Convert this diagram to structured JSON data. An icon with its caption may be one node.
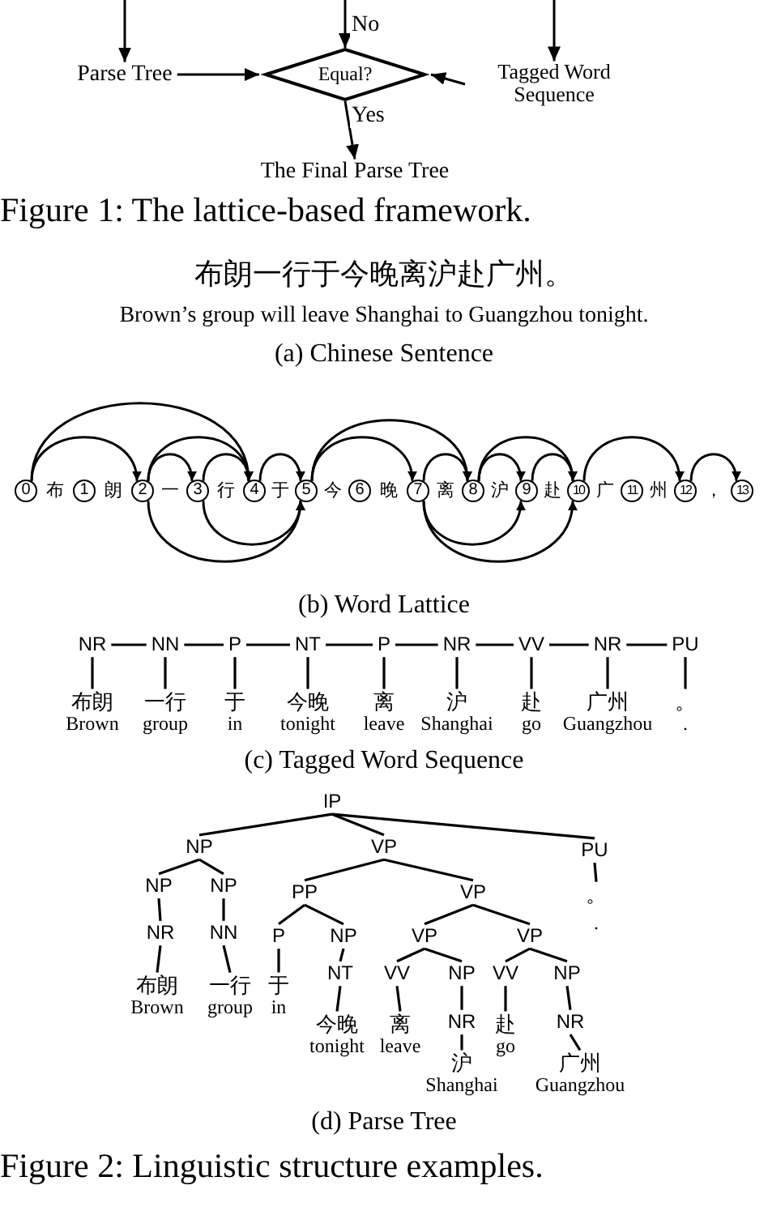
{
  "diagram": {
    "nodes": [
      {
        "text": [
          "Parse Tree"
        ]
      },
      {
        "text": [
          "Equal?"
        ]
      },
      {
        "text": [
          "Tagged Word Sequence"
        ]
      },
      {
        "text": [
          "The Final Parse Tree"
        ]
      },
      {
        "text": [
          "0"
        ]
      },
      {
        "text": [
          "1"
        ]
      },
      {
        "text": [
          "2"
        ]
      },
      {
        "text": [
          "3"
        ]
      },
      {
        "text": [
          "4"
        ]
      },
      {
        "text": [
          "5"
        ]
      },
      {
        "text": [
          "6"
        ]
      },
      {
        "text": [
          "7"
        ]
      },
      {
        "text": [
          "8"
        ]
      },
      {
        "text": [
          "9"
        ]
      },
      {
        "text": [
          "10"
        ]
      },
      {
        "text": [
          "11"
        ]
      },
      {
        "text": [
          "12"
        ]
      },
      {
        "text": [
          "13"
        ]
      },
      {
        "text": [
          "NR"
        ]
      },
      {
        "text": [
          "NN"
        ]
      },
      {
        "text": [
          "P"
        ]
      },
      {
        "text": [
          "NT"
        ]
      },
      {
        "text": [
          "P"
        ]
      },
      {
        "text": [
          "NR"
        ]
      },
      {
        "text": [
          "VV"
        ]
      },
      {
        "text": [
          "NR"
        ]
      },
      {
        "text": [
          "PU"
        ]
      },
      {
        "text": [
          "布朗",
          "Brown"
        ]
      },
      {
        "text": [
          "一行",
          "group"
        ]
      },
      {
        "text": [
          "于",
          "in"
        ]
      },
      {
        "text": [
          "今晚",
          "tonight"
        ]
      },
      {
        "text": [
          "离",
          "leave"
        ]
      },
      {
        "text": [
          "沪",
          "Shanghai"
        ]
      },
      {
        "text": [
          "赴",
          "go"
        ]
      },
      {
        "text": [
          "广州",
          "Guangzhou"
        ]
      },
      {
        "text": [
          "。",
          "."
        ]
      },
      {
        "text": [
          "IP"
        ]
      },
      {
        "text": [
          "NP"
        ]
      },
      {
        "text": [
          "VP"
        ]
      },
      {
        "text": [
          "PU"
        ]
      },
      {
        "text": [
          "NP"
        ]
      },
      {
        "text": [
          "NP"
        ]
      },
      {
        "text": [
          "PP"
        ]
      },
      {
        "text": [
          "VP"
        ]
      },
      {
        "text": [
          "NR"
        ]
      },
      {
        "text": [
          "NN"
        ]
      },
      {
        "text": [
          "P"
        ]
      },
      {
        "text": [
          "NP"
        ]
      },
      {
        "text": [
          "VP"
        ]
      },
      {
        "text": [
          "VP"
        ]
      },
      {
        "text": [
          "VV"
        ]
      },
      {
        "text": [
          "NP"
        ]
      },
      {
        "text": [
          "VV"
        ]
      },
      {
        "text": [
          "NP"
        ]
      },
      {
        "text": [
          "NT"
        ]
      },
      {
        "text": [
          "NR"
        ]
      },
      {
        "text": [
          "NR"
        ]
      },
      {
        "text": [
          "。",
          "."
        ]
      },
      {
        "text": [
          "布朗",
          "Brown"
        ]
      },
      {
        "text": [
          "一行",
          "group"
        ]
      },
      {
        "text": [
          "于",
          "in"
        ]
      },
      {
        "text": [
          "今晚",
          "tonight"
        ]
      },
      {
        "text": [
          "离",
          "leave"
        ]
      },
      {
        "text": [
          "沪",
          "Shanghai"
        ]
      },
      {
        "text": [
          "赴",
          "go"
        ]
      },
      {
        "text": [
          "广州",
          "Guangzhou"
        ]
      }
    ],
    "edges": [
      {
        "from": null,
        "to": 0,
        "arrow": "to"
      },
      {
        "from": null,
        "to": 1,
        "arrow": "to",
        "label": "No"
      },
      {
        "from": null,
        "to": 2,
        "arrow": "to"
      },
      {
        "from": 0,
        "to": 1,
        "arrow": "to"
      },
      {
        "from": 2,
        "to": 1,
        "arrow": "to"
      },
      {
        "from": 1,
        "to": 3,
        "arrow": "to",
        "label": "Yes"
      },
      {
        "from": 4,
        "to": 6,
        "arrow": "to"
      },
      {
        "from": 4,
        "to": 8,
        "arrow": "to"
      },
      {
        "from": 6,
        "to": 7,
        "arrow": "to"
      },
      {
        "from": 6,
        "to": 8,
        "arrow": "to"
      },
      {
        "from": 7,
        "to": 8,
        "arrow": "to"
      },
      {
        "from": 8,
        "to": 9,
        "arrow": "to"
      },
      {
        "from": 9,
        "to": 11,
        "arrow": "to"
      },
      {
        "from": 9,
        "to": 12,
        "arrow": "to"
      },
      {
        "from": 11,
        "to": 12,
        "arrow": "to"
      },
      {
        "from": 12,
        "to": 13,
        "arrow": "to"
      },
      {
        "from": 12,
        "to": 14,
        "arrow": "to"
      },
      {
        "from": 13,
        "to": 14,
        "arrow": "to"
      },
      {
        "from": 14,
        "to": 16,
        "arrow": "to"
      },
      {
        "from": 16,
        "to": 17,
        "arrow": "to"
      },
      {
        "from": 6,
        "to": 9,
        "arrow": "to"
      },
      {
        "from": 7,
        "to": 9,
        "arrow": "to"
      },
      {
        "from": 11,
        "to": 13,
        "arrow": "to"
      },
      {
        "from": 11,
        "to": 14,
        "arrow": "to"
      },
      {
        "from": 18,
        "to": 19,
        "arrow": "none"
      },
      {
        "from": 19,
        "to": 20,
        "arrow": "none"
      },
      {
        "from": 20,
        "to": 21,
        "arrow": "none"
      },
      {
        "from": 21,
        "to": 22,
        "arrow": "none"
      },
      {
        "from": 22,
        "to": 23,
        "arrow": "none"
      },
      {
        "from": 23,
        "to": 24,
        "arrow": "none"
      },
      {
        "from": 24,
        "to": 25,
        "arrow": "none"
      },
      {
        "from": 25,
        "to": 26,
        "arrow": "none"
      },
      {
        "from": 18,
        "to": 27,
        "arrow": "none"
      },
      {
        "from": 19,
        "to": 28,
        "arrow": "none"
      },
      {
        "from": 20,
        "to": 29,
        "arrow": "none"
      },
      {
        "from": 21,
        "to": 30,
        "arrow": "none"
      },
      {
        "from": 22,
        "to": 31,
        "arrow": "none"
      },
      {
        "from": 23,
        "to": 32,
        "arrow": "none"
      },
      {
        "from": 24,
        "to": 33,
        "arrow": "none"
      },
      {
        "from": 25,
        "to": 34,
        "arrow": "none"
      },
      {
        "from": 26,
        "to": 35,
        "arrow": "none"
      },
      {
        "from": 36,
        "to": 37,
        "arrow": "none"
      },
      {
        "from": 36,
        "to": 38,
        "arrow": "none"
      },
      {
        "from": 36,
        "to": 39,
        "arrow": "none"
      },
      {
        "from": 37,
        "to": 40,
        "arrow": "none"
      },
      {
        "from": 37,
        "to": 41,
        "arrow": "none"
      },
      {
        "from": 38,
        "to": 42,
        "arrow": "none"
      },
      {
        "from": 38,
        "to": 43,
        "arrow": "none"
      },
      {
        "from": 39,
        "to": 57,
        "arrow": "none"
      },
      {
        "from": 40,
        "to": 44,
        "arrow": "none"
      },
      {
        "from": 41,
        "to": 45,
        "arrow": "none"
      },
      {
        "from": 42,
        "to": 46,
        "arrow": "none"
      },
      {
        "from": 42,
        "to": 47,
        "arrow": "none"
      },
      {
        "from": 43,
        "to": 48,
        "arrow": "none"
      },
      {
        "from": 43,
        "to": 49,
        "arrow": "none"
      },
      {
        "from": 44,
        "to": 58,
        "arrow": "none"
      },
      {
        "from": 45,
        "to": 59,
        "arrow": "none"
      },
      {
        "from": 46,
        "to": 60,
        "arrow": "none"
      },
      {
        "from": 47,
        "to": 54,
        "arrow": "none"
      },
      {
        "from": 54,
        "to": 61,
        "arrow": "none"
      },
      {
        "from": 48,
        "to": 50,
        "arrow": "none"
      },
      {
        "from": 48,
        "to": 51,
        "arrow": "none"
      },
      {
        "from": 49,
        "to": 52,
        "arrow": "none"
      },
      {
        "from": 49,
        "to": 53,
        "arrow": "none"
      },
      {
        "from": 50,
        "to": 62,
        "arrow": "none"
      },
      {
        "from": 51,
        "to": 55,
        "arrow": "none"
      },
      {
        "from": 55,
        "to": 63,
        "arrow": "none"
      },
      {
        "from": 52,
        "to": 64,
        "arrow": "none"
      },
      {
        "from": 53,
        "to": 56,
        "arrow": "none"
      },
      {
        "from": 56,
        "to": 65,
        "arrow": "none"
      }
    ],
    "labels": [
      "Figure 1: The lattice-based framework.",
      "布朗一行于今晚离沪赴广州。",
      "Brown’s group will leave Shanghai to Guangzhou tonight.",
      "(a) Chinese Sentence",
      "布",
      "朗",
      "一",
      "行",
      "于",
      "今",
      "晚",
      "离",
      "沪",
      "赴",
      "广",
      "州",
      "，",
      "(b) Word Lattice",
      "(c) Tagged Word Sequence",
      "(d) Parse Tree",
      "Figure 2: Linguistic structure examples."
    ]
  }
}
